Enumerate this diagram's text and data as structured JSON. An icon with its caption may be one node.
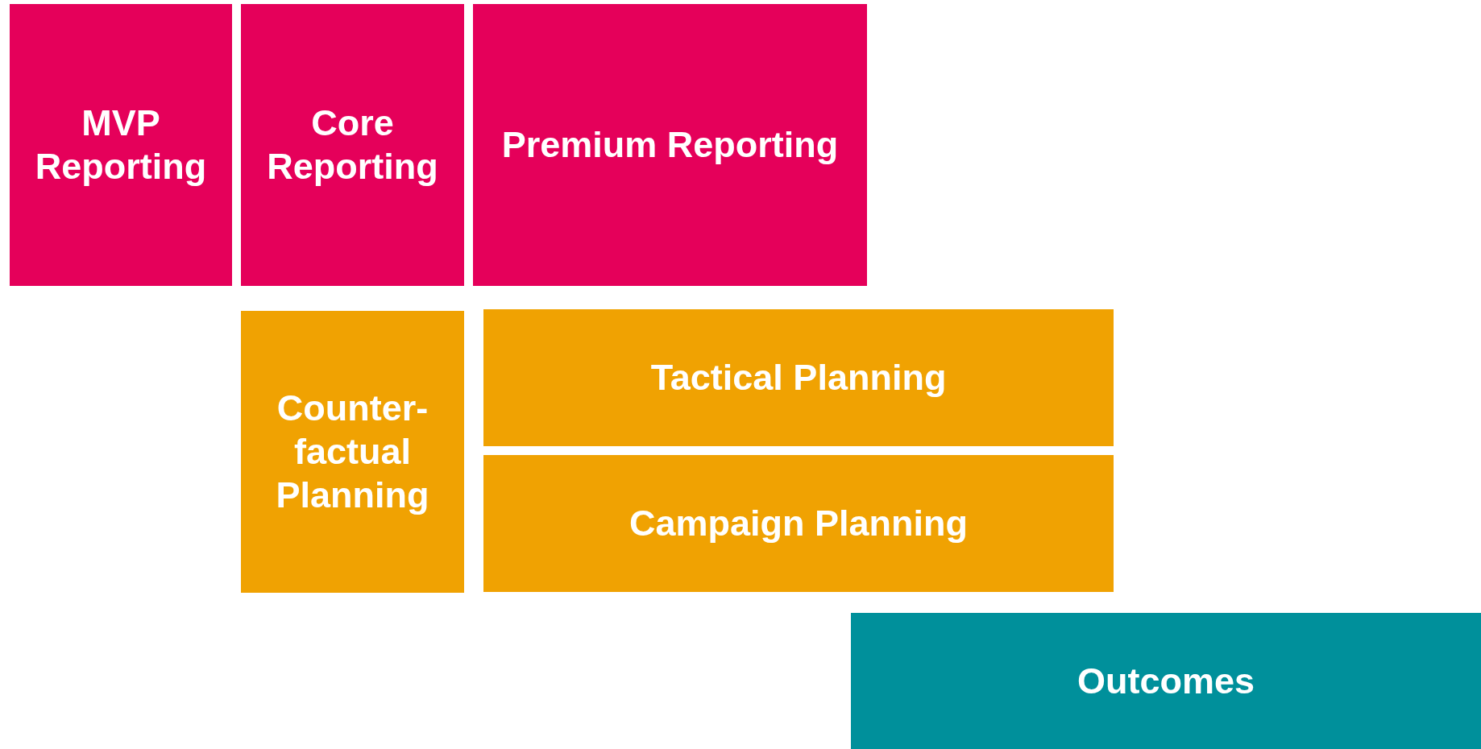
{
  "diagram": {
    "nodes": [
      {
        "text": [
          "MVP Reporting"
        ]
      },
      {
        "text": [
          "Core Reporting"
        ]
      },
      {
        "text": [
          "Premium Reporting"
        ]
      },
      {
        "text": [
          "Counter-factual Planning"
        ]
      },
      {
        "text": [
          "Tactical Planning"
        ]
      },
      {
        "text": [
          "Campaign Planning"
        ]
      },
      {
        "text": [
          "Outcomes"
        ]
      }
    ]
  }
}
